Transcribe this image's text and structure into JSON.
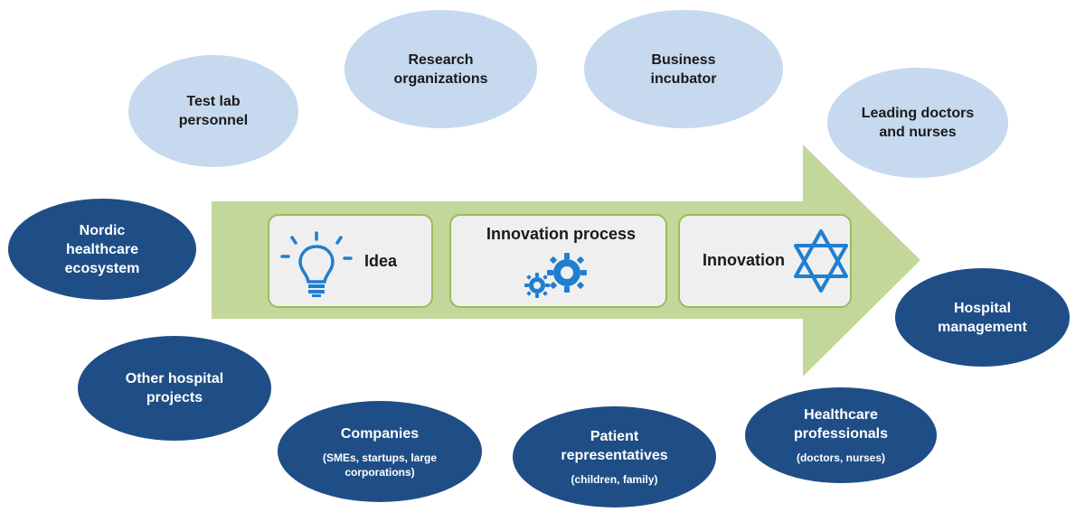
{
  "colors": {
    "light_stakeholder": "#c6d9ef",
    "dark_stakeholder": "#1f4e87",
    "arrow_fill": "#c4d79b",
    "step_border": "#9bbb59",
    "icon_blue": "#1f7fd1"
  },
  "process": {
    "steps": [
      {
        "label": "Idea",
        "icon": "lightbulb-icon"
      },
      {
        "label": "Innovation process",
        "icon": "gears-icon"
      },
      {
        "label": "Innovation",
        "icon": "star-icon"
      }
    ]
  },
  "stakeholders": {
    "test_lab": {
      "lines": [
        "Test lab",
        "personnel"
      ]
    },
    "research_orgs": {
      "lines": [
        "Research",
        "organizations"
      ]
    },
    "business_incubator": {
      "lines": [
        "Business",
        "incubator"
      ]
    },
    "leading_doctors": {
      "lines": [
        "Leading doctors",
        "and nurses"
      ]
    },
    "nordic_ecosystem": {
      "lines": [
        "Nordic",
        "healthcare",
        "ecosystem"
      ]
    },
    "hospital_management": {
      "lines": [
        "Hospital",
        "management"
      ]
    },
    "other_projects": {
      "lines": [
        "Other hospital",
        "projects"
      ]
    },
    "companies": {
      "lines": [
        "Companies"
      ],
      "sub": [
        "(SMEs, startups, large",
        "corporations)"
      ]
    },
    "patient_reps": {
      "lines": [
        "Patient",
        "representatives"
      ],
      "sub": [
        "(children, family)"
      ]
    },
    "healthcare_pros": {
      "lines": [
        "Healthcare",
        "professionals"
      ],
      "sub": [
        "(doctors, nurses)"
      ]
    }
  }
}
